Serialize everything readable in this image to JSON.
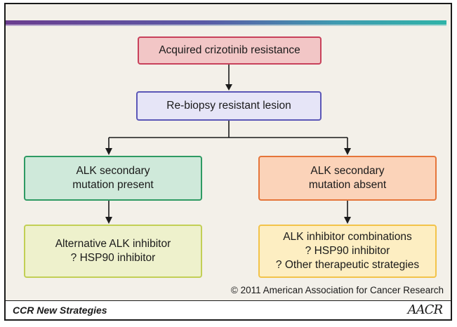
{
  "boxes": {
    "resistance": "Acquired crizotinib resistance",
    "rebiopsy": "Re-biopsy resistant lesion",
    "mutation_present": "ALK secondary\nmutation present",
    "mutation_absent": "ALK secondary\nmutation absent",
    "alternative_inhibitor": "Alternative ALK inhibitor\n? HSP90 inhibitor",
    "combinations": "ALK inhibitor combinations\n? HSP90 inhibitor\n? Other therapeutic strategies"
  },
  "copyright": "© 2011 American Association for Cancer Research",
  "footer": {
    "label": "CCR New Strategies",
    "logo": "AACR"
  },
  "colors": {
    "resistance": "#c8415b",
    "rebiopsy": "#5b57b7",
    "mutation_present": "#2e9a63",
    "mutation_absent": "#e5753a",
    "alternative_inhibitor": "#c2cf55",
    "combinations": "#f2c34a"
  }
}
